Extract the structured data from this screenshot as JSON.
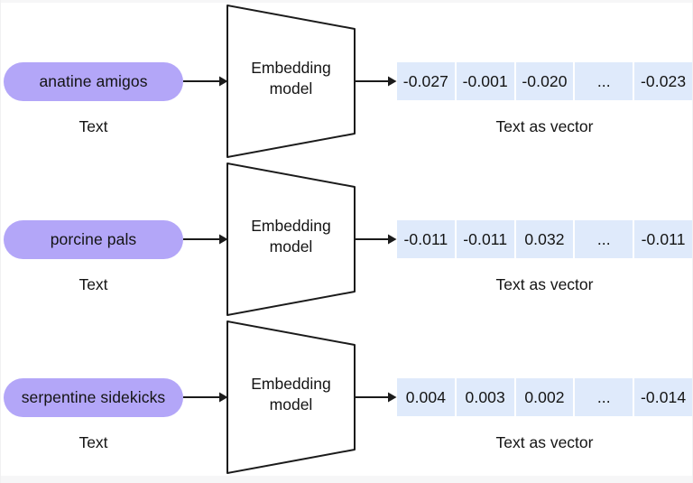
{
  "diagram": {
    "colors": {
      "pill_background": "#b3a6f8",
      "vector_cell_background": "#dfeafb",
      "line_stroke": "#1b1b1b",
      "text": "#141414",
      "frame": "#f6f6f7",
      "shape_fill": "#ffffff"
    },
    "rows": [
      {
        "input_text": "anatine amigos",
        "input_label": "Text",
        "model_line1": "Embedding",
        "model_line2": "model",
        "cells": [
          "-0.027",
          "-0.001",
          "-0.020",
          "...",
          "-0.023"
        ],
        "output_label": "Text as vector"
      },
      {
        "input_text": "porcine pals",
        "input_label": "Text",
        "model_line1": "Embedding",
        "model_line2": "model",
        "cells": [
          "-0.011",
          "-0.011",
          "0.032",
          "...",
          "-0.011"
        ],
        "output_label": "Text as vector"
      },
      {
        "input_text": "serpentine sidekicks",
        "input_label": "Text",
        "model_line1": "Embedding",
        "model_line2": "model",
        "cells": [
          "0.004",
          "0.003",
          "0.002",
          "...",
          "-0.014"
        ],
        "output_label": "Text as vector"
      }
    ]
  }
}
